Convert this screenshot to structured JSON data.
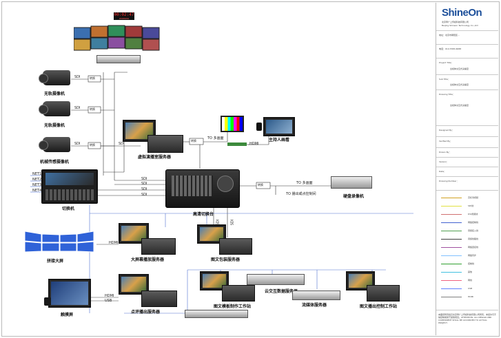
{
  "devices": {
    "cam1": "无轨摄像机",
    "cam2": "无轨摄像机",
    "cam3": "机械传感摄像机",
    "switcher_box": "切换机",
    "virtual_server": "虚拟演播室服务器",
    "host_monitor": "主持人画看",
    "hd_console": "高清切换台",
    "disk_recorder": "硬盘录像机",
    "splice_screen": "拼接大屏",
    "big_screen_server": "大屏幕播放服务器",
    "packaging_server": "图文包装服务器",
    "touch_screen": "触摸屏",
    "ondemand_server": "点评播出服务器",
    "graphics_workstation": "图文模板制作工作站",
    "cloud_storage": "云交互数据服务器",
    "media_server": "流媒体服务器",
    "playout_workstation": "图文播出控制工作站"
  },
  "signals": {
    "sdi1": "SDI",
    "sdi2": "SDI",
    "sdi3": "SDI",
    "sdi4": "SDI",
    "sdi5": "SDI",
    "sdi6": "SDI",
    "sdi7": "SDI",
    "sdi8": "SDI",
    "hdmi1": "HDMI",
    "hdmi2": "HDMI",
    "hdmi3": "HDMI",
    "usb": "USB",
    "net1": "NET1",
    "net2": "NET2",
    "net3": "NET3",
    "net4": "NET4",
    "to_multiview1": "TO 多画面",
    "to_multiview2": "TO 多画面",
    "to_playout": "TO 播出或点控制间",
    "sdi_v1": "SDI",
    "sdi_v2": "SDI",
    "conv1": "转换",
    "conv2": "转换",
    "conv3": "转换",
    "conv4": "转换",
    "conv5": "转换"
  },
  "tally": {
    "digits": "00:02:47",
    "sub": "20180202"
  },
  "panel": {
    "logo": "ShineOn",
    "company_cn": "北京申广上传媒科技有限公司",
    "company_en": "Beijing Shineon Technology Co.,Ltd",
    "field_address": "地址：北京市朝阳区...",
    "field_tel": "电话：010-5583-6688",
    "project_label": "Project Title：",
    "project_value": "全媒体交互式演播室",
    "title_label": "Sub Title：",
    "title_value": "全媒体交互式演播室",
    "drawing_label": "Drawing Title：",
    "drawing_value": "全媒体交互式演播室",
    "designed": "Designed By：",
    "checked": "Verified By：",
    "drawn": "Drawn By：",
    "version": "Version：",
    "date": "Date：",
    "drawing_no": "Drawing Number：",
    "legend": [
      {
        "color": "#d0a020",
        "label": "高标清视频"
      },
      {
        "color": "#e0e040",
        "label": "SDI线"
      },
      {
        "color": "#d07070",
        "label": "DVI视频线"
      },
      {
        "color": "#4060d0",
        "label": "网络控制线"
      },
      {
        "color": "#50a050",
        "label": "音频接入线"
      },
      {
        "color": "#404040",
        "label": "音频线路线"
      },
      {
        "color": "#a050a0",
        "label": "网络连接线"
      },
      {
        "color": "#80c0ff",
        "label": "网络同步"
      },
      {
        "color": "#30a030",
        "label": "控制线"
      },
      {
        "color": "#40c0e0",
        "label": "其他"
      },
      {
        "color": "#f06080",
        "label": "网线"
      },
      {
        "color": "#6080ff",
        "label": "USB"
      },
      {
        "color": "#808080",
        "label": "HDMI"
      }
    ],
    "footer": "本图纸所有权归北京申广上传媒科技有限公司所有，未经许可不得复制或用于其他项目。ATTENTION: ALL DESIGN AND COMPONENT SHALL BE ACCORDED TO ACTUAL PROJECT."
  }
}
